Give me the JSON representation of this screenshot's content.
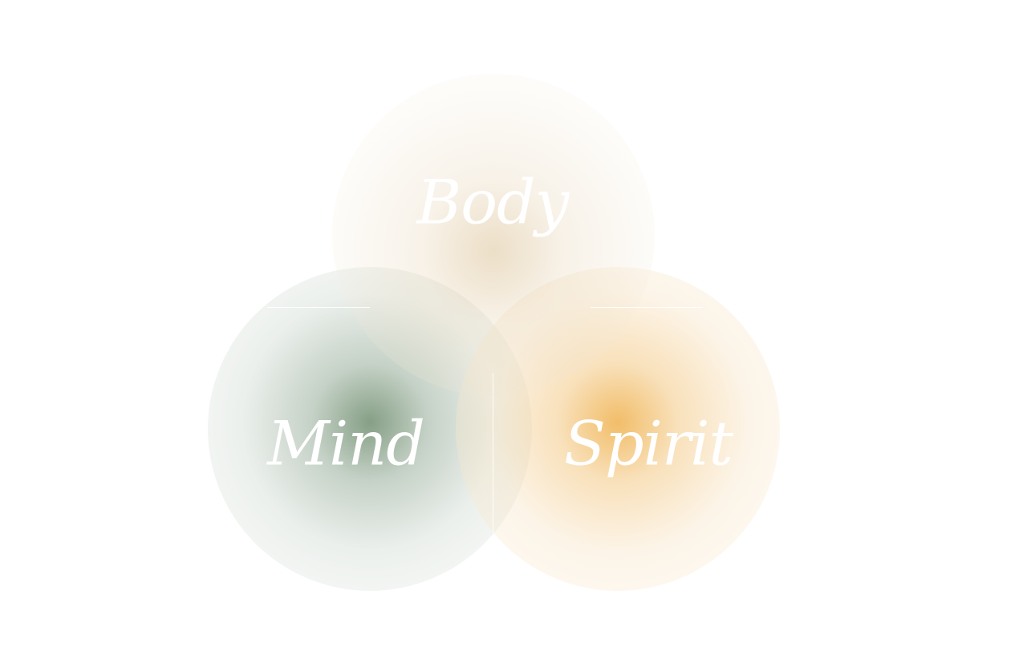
{
  "diagram": {
    "type": "venn",
    "circles": [
      {
        "id": "body",
        "label": "Body",
        "color": "#e3cfa8"
      },
      {
        "id": "mind",
        "label": "Mind",
        "color": "#7f9a80"
      },
      {
        "id": "spirit",
        "label": "Spirit",
        "color": "#f0b658"
      }
    ]
  }
}
